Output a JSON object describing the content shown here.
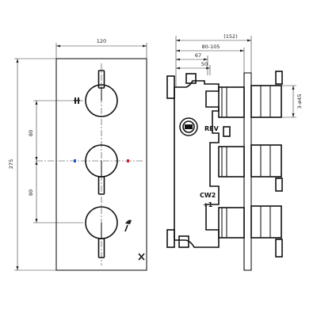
{
  "dimensions": {
    "front_width": "120",
    "front_height": "275",
    "upper_spacing": "80",
    "lower_spacing": "80",
    "overall_depth": "(152)",
    "depth_range": "80-105",
    "depth_67": "67",
    "depth_50": "50",
    "handle_dia": "3-ø45"
  },
  "valve_labels": {
    "rev": "REV",
    "cw2": "CW2",
    "ratio": "÷1"
  },
  "colors": {
    "line": "#111111",
    "hot_marker": "#d62020",
    "cold_marker": "#2255cc"
  },
  "icons": [
    "thermometer-icon",
    "hand-shower-icon",
    "shower-head-icon",
    "valve-badge-icon"
  ]
}
